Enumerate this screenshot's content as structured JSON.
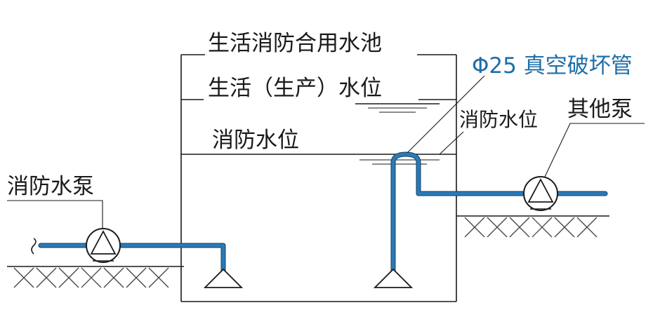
{
  "labels": {
    "tank_title": "生活消防合用水池",
    "domestic_level": "生活（生产）水位",
    "fire_level_left": "消防水位",
    "vacuum_pipe": "Φ25 真空破坏管",
    "fire_level_right": "消防水位",
    "other_pump": "其他泵",
    "fire_pump": "消防水泵"
  },
  "colors": {
    "pipe": "#2a7ab8",
    "pipe_label": "#1e6fa8",
    "line": "#1a1a1a"
  },
  "icons": {
    "fire_pump": "pump-icon",
    "other_pump": "pump-icon",
    "suction_inlet_left": "bell-mouth-icon",
    "suction_inlet_right": "bell-mouth-icon"
  }
}
